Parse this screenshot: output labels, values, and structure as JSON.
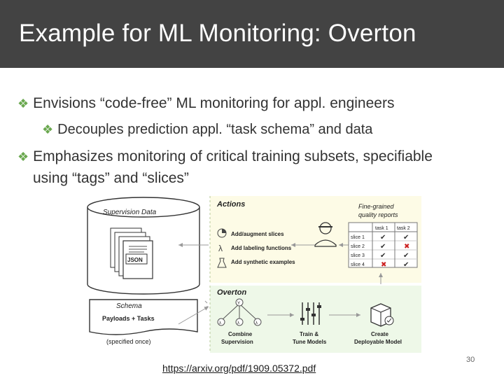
{
  "slide": {
    "title": "Example for ML Monitoring: Overton",
    "bullets": [
      "Envisions “code-free” ML monitoring for appl. engineers",
      "Decouples prediction appl. “task schema” and data",
      "Emphasizes monitoring of critical training subsets, specifiable",
      "using “tags” and “slices”"
    ],
    "bullet_marker": "❖",
    "link": "https://arxiv.org/pdf/1909.05372.pdf",
    "page_number": "30"
  },
  "figure": {
    "supervision_data": "Supervision Data",
    "json_label": "JSON",
    "schema": "Schema",
    "payloads_tasks": "Payloads + Tasks",
    "specified_once": "(specified once)",
    "actions_heading": "Actions",
    "actions": [
      "Add/augment slices",
      "Add labeling functions",
      "Add synthetic examples"
    ],
    "quality_title_1": "Fine-grained",
    "quality_title_2": "quality reports",
    "tasks": [
      "task 1",
      "task 2"
    ],
    "slices": [
      "slice 1",
      "slice 2",
      "slice 3",
      "slice 4"
    ],
    "overton_heading": "Overton",
    "combine_1": "Combine",
    "combine_2": "Supervision",
    "train_1": "Train &",
    "train_2": "Tune Models",
    "create_1": "Create",
    "create_2": "Deployable Model",
    "node_y": "Y",
    "node_l": "λ",
    "colors": {
      "title_bar": "#434343",
      "bullet_marker": "#6aa84f",
      "actions_bg": "#fdfbe6",
      "overton_bg": "#eef8e8"
    }
  }
}
